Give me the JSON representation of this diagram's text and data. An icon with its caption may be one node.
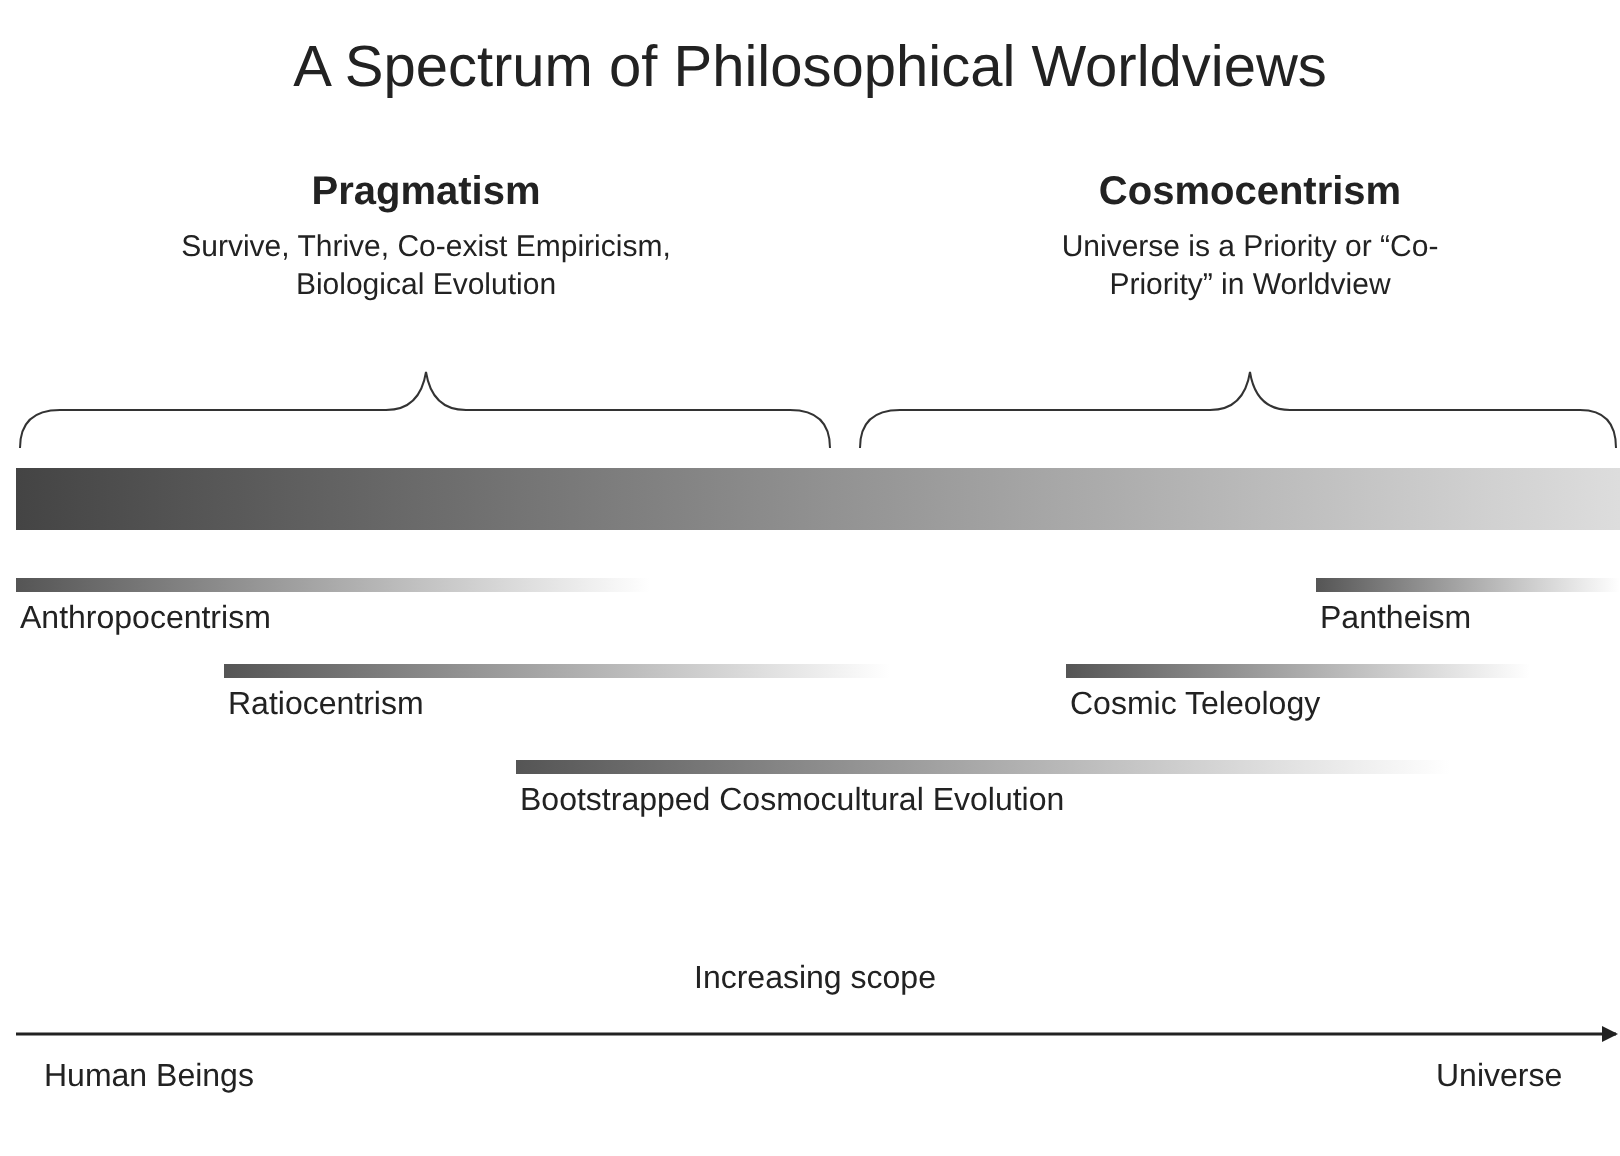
{
  "diagram": {
    "title": "A Spectrum of Philosophical Worldviews",
    "nodes": [
      {
        "text": [
          "Pragmatism",
          "Survive, Thrive, Co-exist Empiricism, Biological Evolution"
        ]
      },
      {
        "text": [
          "Cosmocentrism",
          "Universe is a Priority or “Co-Priority” in Worldview"
        ]
      },
      {
        "text": [
          "Anthropocentrism"
        ]
      },
      {
        "text": [
          "Pantheism"
        ]
      },
      {
        "text": [
          "Ratiocentrism"
        ]
      },
      {
        "text": [
          "Cosmic Teleology"
        ]
      },
      {
        "text": [
          "Bootstrapped Cosmocultural Evolution"
        ]
      },
      {
        "text": [],
        "shape": "bar"
      }
    ],
    "edges": [],
    "labels": [
      "Increasing scope",
      "Human Beings",
      "Universe"
    ]
  }
}
